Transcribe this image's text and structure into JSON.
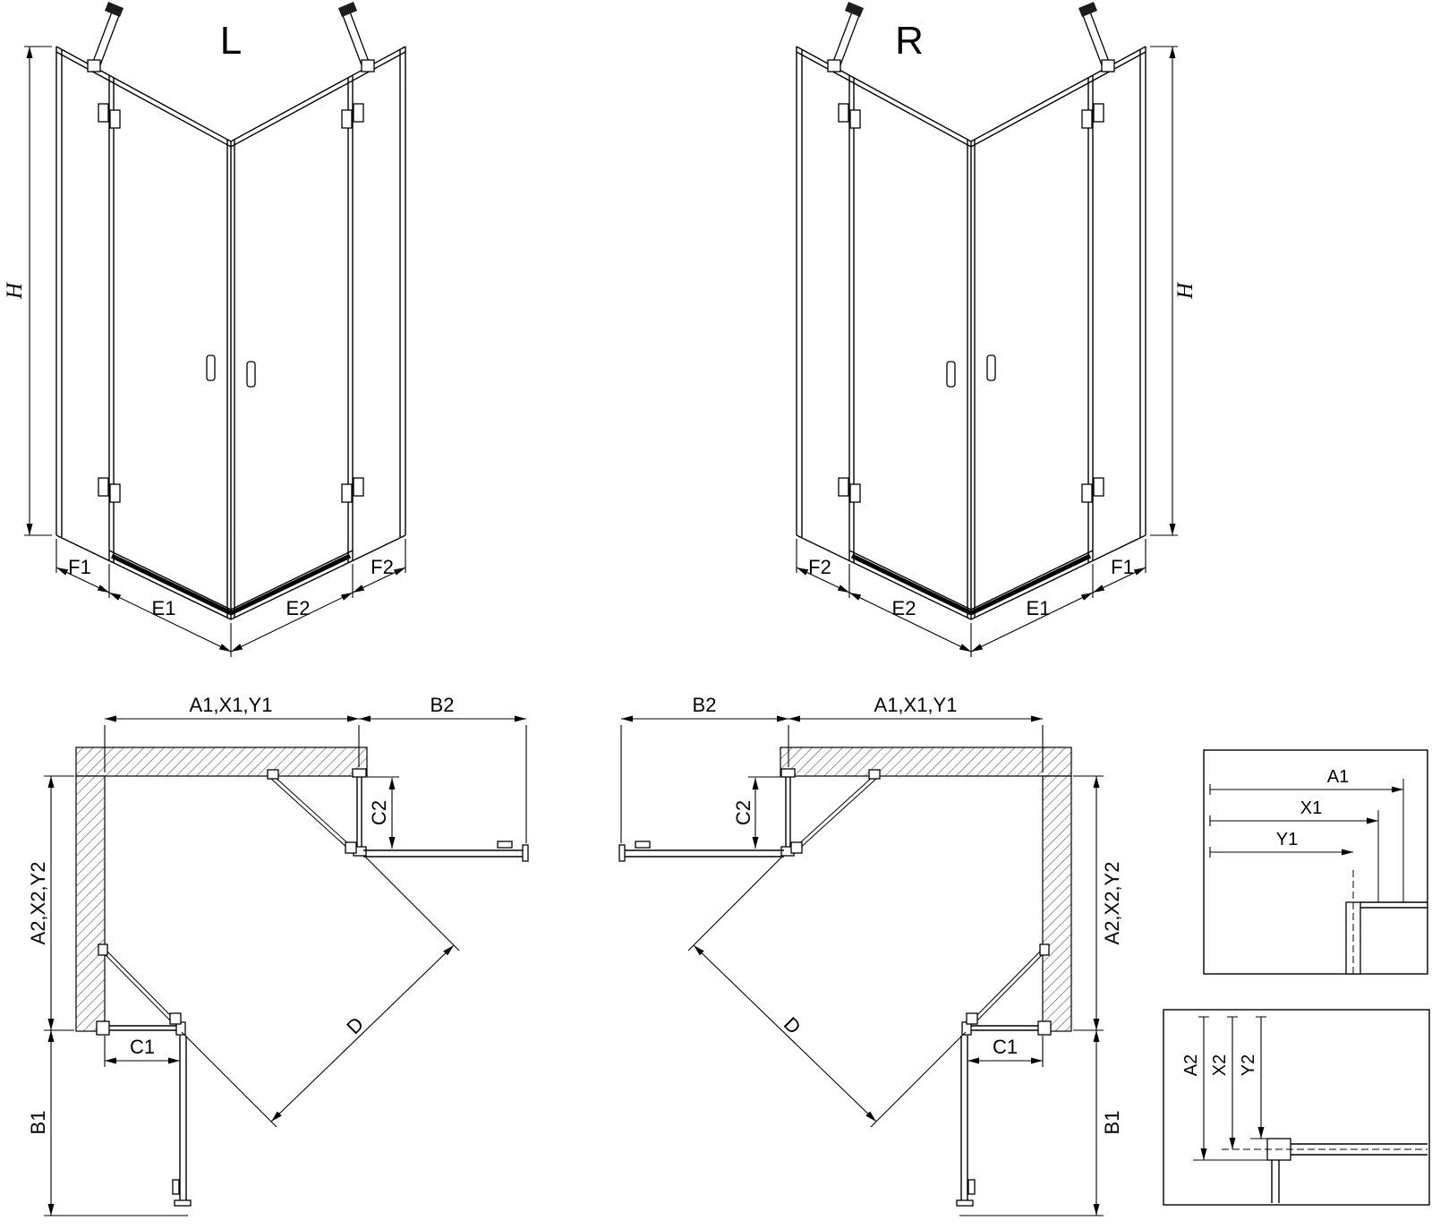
{
  "views": {
    "iso_left": {
      "label": "L",
      "dim_h": "H",
      "dim_f1": "F1",
      "dim_e1": "E1",
      "dim_e2": "E2",
      "dim_f2": "F2"
    },
    "iso_right": {
      "label": "R",
      "dim_h": "H",
      "dim_f1": "F1",
      "dim_e1": "E1",
      "dim_e2": "E2",
      "dim_f2": "F2"
    },
    "plan_left": {
      "dim_width": "A1,X1,Y1",
      "dim_b2": "B2",
      "dim_c2": "C2",
      "dim_depth": "A2,X2,Y2",
      "dim_c1": "C1",
      "dim_b1": "B1",
      "dim_d": "D"
    },
    "plan_right": {
      "dim_width": "A1,X1,Y1",
      "dim_b2": "B2",
      "dim_c2": "C2",
      "dim_depth": "A2,X2,Y2",
      "dim_c1": "C1",
      "dim_b1": "B1",
      "dim_d": "D"
    },
    "detail_top": {
      "dim_a1": "A1",
      "dim_x1": "X1",
      "dim_y1": "Y1"
    },
    "detail_bottom": {
      "dim_a2": "A2",
      "dim_x2": "X2",
      "dim_y2": "Y2"
    }
  }
}
